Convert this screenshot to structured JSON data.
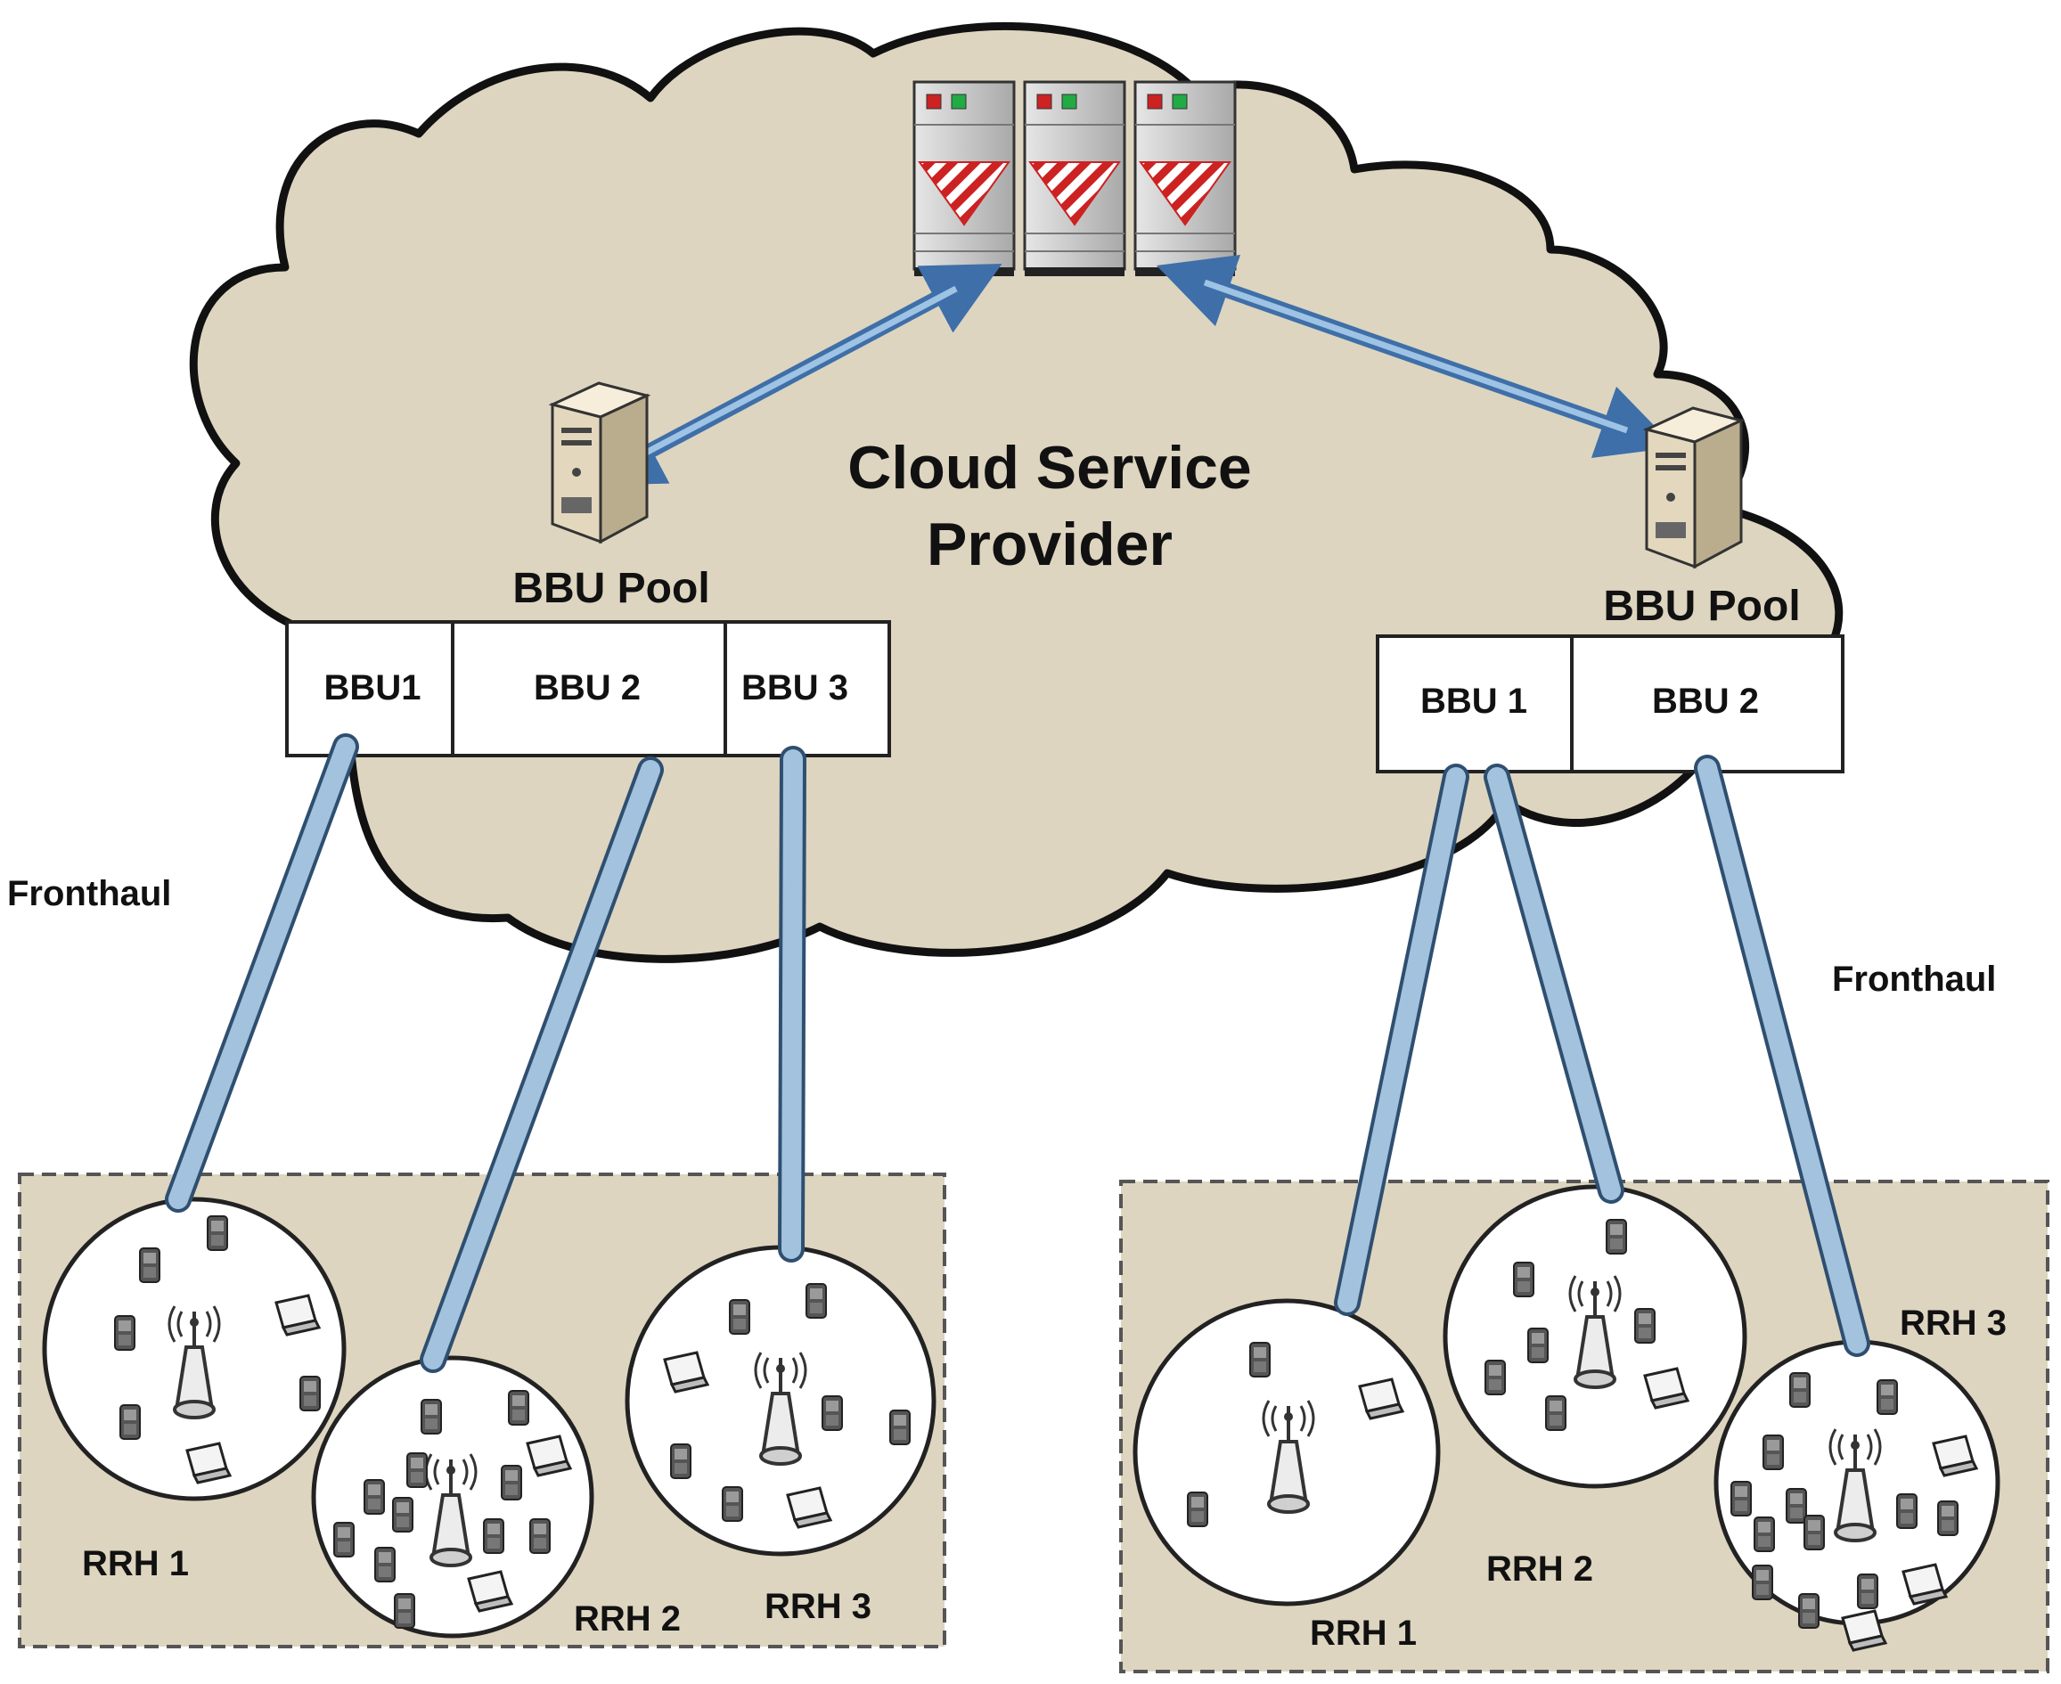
{
  "cloud": {
    "title_line1": "Cloud Service",
    "title_line2": "Provider",
    "fill": "#ddd5c0"
  },
  "left_pool": {
    "label": "BBU Pool",
    "bbus": [
      "BBU1",
      "BBU 2",
      "BBU 3"
    ],
    "fronthaul_label": "Fronthaul",
    "rrhs": [
      "RRH 1",
      "RRH 2",
      "RRH 3"
    ]
  },
  "right_pool": {
    "label": "BBU Pool",
    "bbus": [
      "BBU 1",
      "BBU 2"
    ],
    "fronthaul_label": "Fronthaul",
    "rrhs": [
      "RRH 1",
      "RRH 2",
      "RRH 3"
    ]
  },
  "colors": {
    "cloud_fill": "#ddd5c0",
    "area_fill": "#ddd5c0",
    "fronthaul": "#9fbedb",
    "arrow": "#5f8fc4",
    "server_led_red": "#cc2222",
    "server_led_green": "#22aa44",
    "server_stripes": "#cc2222"
  },
  "icons": {
    "data_center": "server-rack-icon",
    "bbu_pool": "tower-server-icon",
    "antenna": "antenna-icon",
    "phone": "mobile-phone-icon",
    "laptop": "laptop-icon"
  }
}
